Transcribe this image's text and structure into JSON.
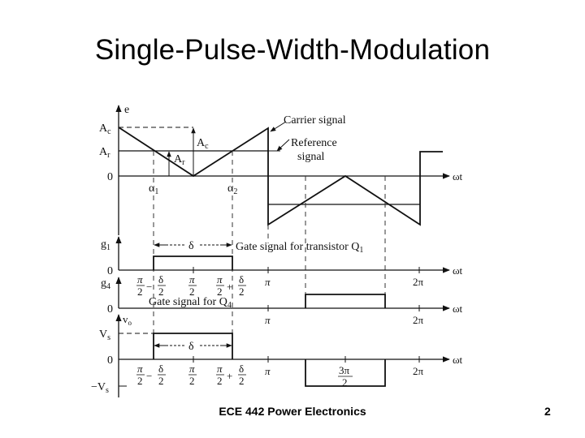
{
  "slide": {
    "title": "Single-Pulse-Width-Modulation",
    "footer": "ECE 442 Power Electronics",
    "page_number": "2"
  },
  "figure": {
    "top_plot": {
      "y_axis_label": "e",
      "x_axis_label": "ωt",
      "levels": {
        "carrier_amplitude": "A",
        "carrier_amplitude_sub": "c",
        "reference_amplitude": "A",
        "reference_amplitude_sub": "r",
        "zero": "0"
      },
      "inline_labels": {
        "ac": "A",
        "ac_sub": "c",
        "ar": "A",
        "ar_sub": "r"
      },
      "crossings": {
        "alpha1": "α",
        "alpha1_sub": "1",
        "alpha2": "α",
        "alpha2_sub": "2"
      },
      "annotations": {
        "carrier": "Carrier signal",
        "reference_line1": "Reference",
        "reference_line2": "signal"
      }
    },
    "g1_plot": {
      "y_axis_label": "g",
      "y_axis_sub": "1",
      "zero": "0",
      "x_axis_label": "ωt",
      "width_label": "δ",
      "caption": "Gate signal for transistor Q",
      "caption_sub": "1",
      "ticks": {
        "pi": "π",
        "two_pi": "2π"
      }
    },
    "g4_plot": {
      "y_axis_label": "g",
      "y_axis_sub": "4",
      "zero": "0",
      "x_axis_label": "ωt",
      "caption": "Gate signal for Q",
      "caption_sub": "4",
      "ticks": {
        "pi": "π",
        "two_pi": "2π"
      }
    },
    "vo_plot": {
      "y_axis_label": "v",
      "y_axis_sub": "o",
      "vs_label": "V",
      "vs_sub": "s",
      "neg_vs_label": "−V",
      "neg_vs_sub": "s",
      "zero": "0",
      "x_axis_label": "ωt",
      "width_label": "δ",
      "ticks": {
        "pi": "π",
        "two_pi": "2π",
        "three_pi_num": "3π",
        "three_pi_den": "2"
      }
    },
    "fraction_labels": {
      "pi": "π",
      "two": "2",
      "delta": "δ",
      "minus": "−",
      "plus": "+"
    }
  }
}
